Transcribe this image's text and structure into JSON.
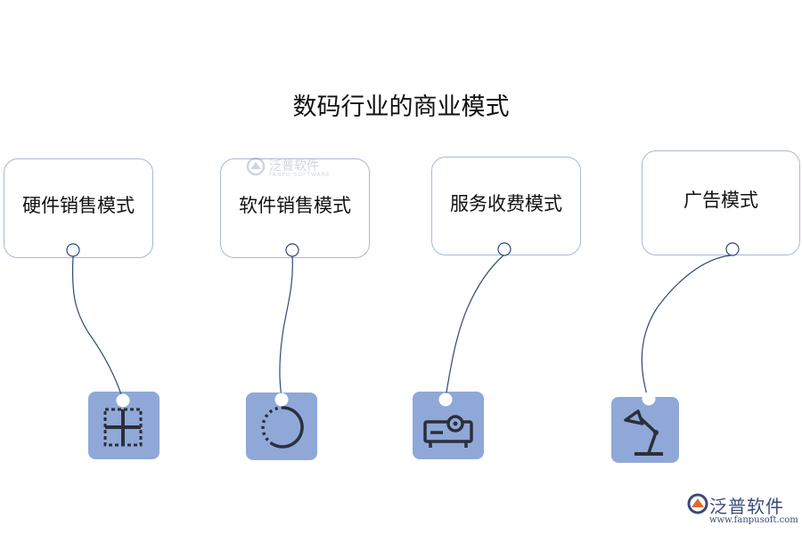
{
  "title": "数码行业的商业模式",
  "colors": {
    "card_border": "#a8b8d8",
    "tile_fill": "#8fa8d8",
    "wire": "#2e4a7a"
  },
  "cards": [
    {
      "label": "硬件销售模式",
      "icon": "grid-icon"
    },
    {
      "label": "软件销售模式",
      "icon": "circle-loading-icon"
    },
    {
      "label": "服务收费模式",
      "icon": "projector-icon"
    },
    {
      "label": "广告模式",
      "icon": "desk-lamp-icon"
    }
  ],
  "watermark": {
    "name": "泛普软件",
    "sub": "FANPU SOFTWARE"
  },
  "logo": {
    "name": "泛普软件",
    "url": "www.fanpusoft.com"
  }
}
